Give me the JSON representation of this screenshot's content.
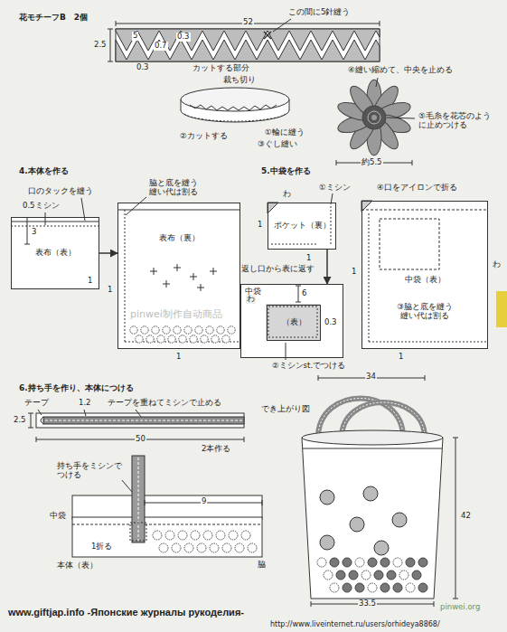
{
  "diagram": {
    "nodes": [
      {
        "text": [
          "表布（表）"
        ]
      },
      {
        "text": [
          "表布（裏）"
        ]
      },
      {
        "text": [
          "ポケット（裏）"
        ]
      },
      {
        "text": [
          "中袋"
        ]
      },
      {
        "text": [
          "（表）"
        ],
        "in": 3
      },
      {
        "text": [
          "中袋（表）",
          "③脇と底を縫う 縫い代は割る"
        ]
      }
    ],
    "edges": [
      {
        "from": 0,
        "to": 1,
        "arrow": "to"
      },
      {
        "from": 2,
        "to": 3,
        "arrow": "to"
      }
    ],
    "labels": [
      "花モチーフB　2個",
      "52",
      "この間に5針縫う",
      "5",
      "0.3",
      "0.7",
      "2.5",
      "0.3",
      "カットする部分",
      "④縫い縮めて、中央を止める",
      "裁ち切り",
      "⑤毛糸を花芯のように止めつける",
      "②カットする",
      "①輪に縫う",
      "③ぐし縫い",
      "約5.5",
      "4.本体を作る",
      "口のタックを縫う",
      "脇と底を縫う 縫い代は割る",
      "0.5ミシン",
      "3",
      "1",
      "わ",
      "1",
      "1",
      "5.中袋を作る",
      "わ",
      "①ミシン",
      "④口をアイロンで折る",
      "1",
      "1",
      "返し口から表に返す",
      "わ",
      "1",
      "6",
      "0.3",
      "1",
      "②ミシンst.でつける",
      "6.持ち手を作り、本体につける",
      "テープ",
      "1.2",
      "テープを重ねてミシンで止める",
      "2.5",
      "50",
      "2本作る",
      "持ち手をミシンで つける",
      "9",
      "中袋",
      "1折る",
      "本体（表）",
      "脇",
      "でき上がり図",
      "34",
      "42",
      "33.5",
      "pinwei制作自动商品",
      "pinwei.org",
      "www.giftjap.info -Японские журналы рукоделия-",
      "http://www.liveinternet.ru/users/orhideya8868/"
    ]
  }
}
